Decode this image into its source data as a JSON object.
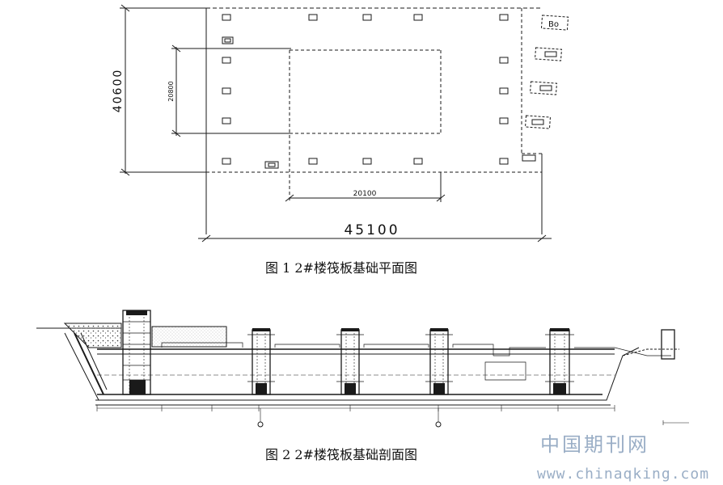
{
  "plan": {
    "dim_total_width": "45100",
    "dim_total_height": "40600",
    "dim_inner_width": "20100",
    "dim_inner_height": "20800",
    "column_tag": "Bo"
  },
  "captions": {
    "figure1": "图 1 2#楼筏板基础平面图",
    "figure2": "图 2 2#楼筏板基础剖面图"
  },
  "watermark": {
    "cn": "中国期刊网",
    "url": "www.chinaqking.com"
  },
  "colors": {
    "line": "#1a1a1a",
    "watermark": "#9aaec6"
  }
}
